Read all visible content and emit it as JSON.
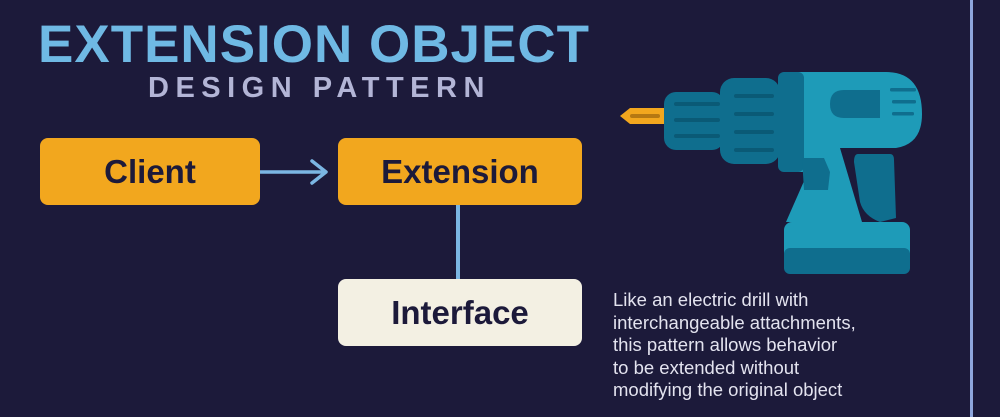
{
  "header": {
    "title": "EXTENSION OBJECT",
    "subtitle": "DESIGN PATTERN"
  },
  "diagram": {
    "nodes": [
      {
        "id": "client",
        "label": "Client",
        "color": "#f2a71e"
      },
      {
        "id": "extension",
        "label": "Extension",
        "color": "#f2a71e"
      },
      {
        "id": "interface",
        "label": "Interface",
        "color": "#f3f0e3"
      }
    ],
    "edges": [
      {
        "from": "client",
        "to": "extension",
        "type": "arrow"
      },
      {
        "from": "extension",
        "to": "interface",
        "type": "line"
      }
    ]
  },
  "illustration": {
    "icon": "electric-drill-icon",
    "body_color": "#1e9bb8",
    "shade_color": "#0f6e8e",
    "bit_color": "#f2a71e"
  },
  "description": {
    "lines": [
      "Like an electric drill with",
      "interchangeable attachments,",
      "this pattern allows behavior",
      "to be extended without",
      "modifying the original object"
    ]
  },
  "colors": {
    "background": "#1c1a3a",
    "title": "#6fb9e4",
    "subtitle": "#b3b5d6",
    "connector": "#7bb6e3",
    "divider": "#8ea6dc"
  }
}
